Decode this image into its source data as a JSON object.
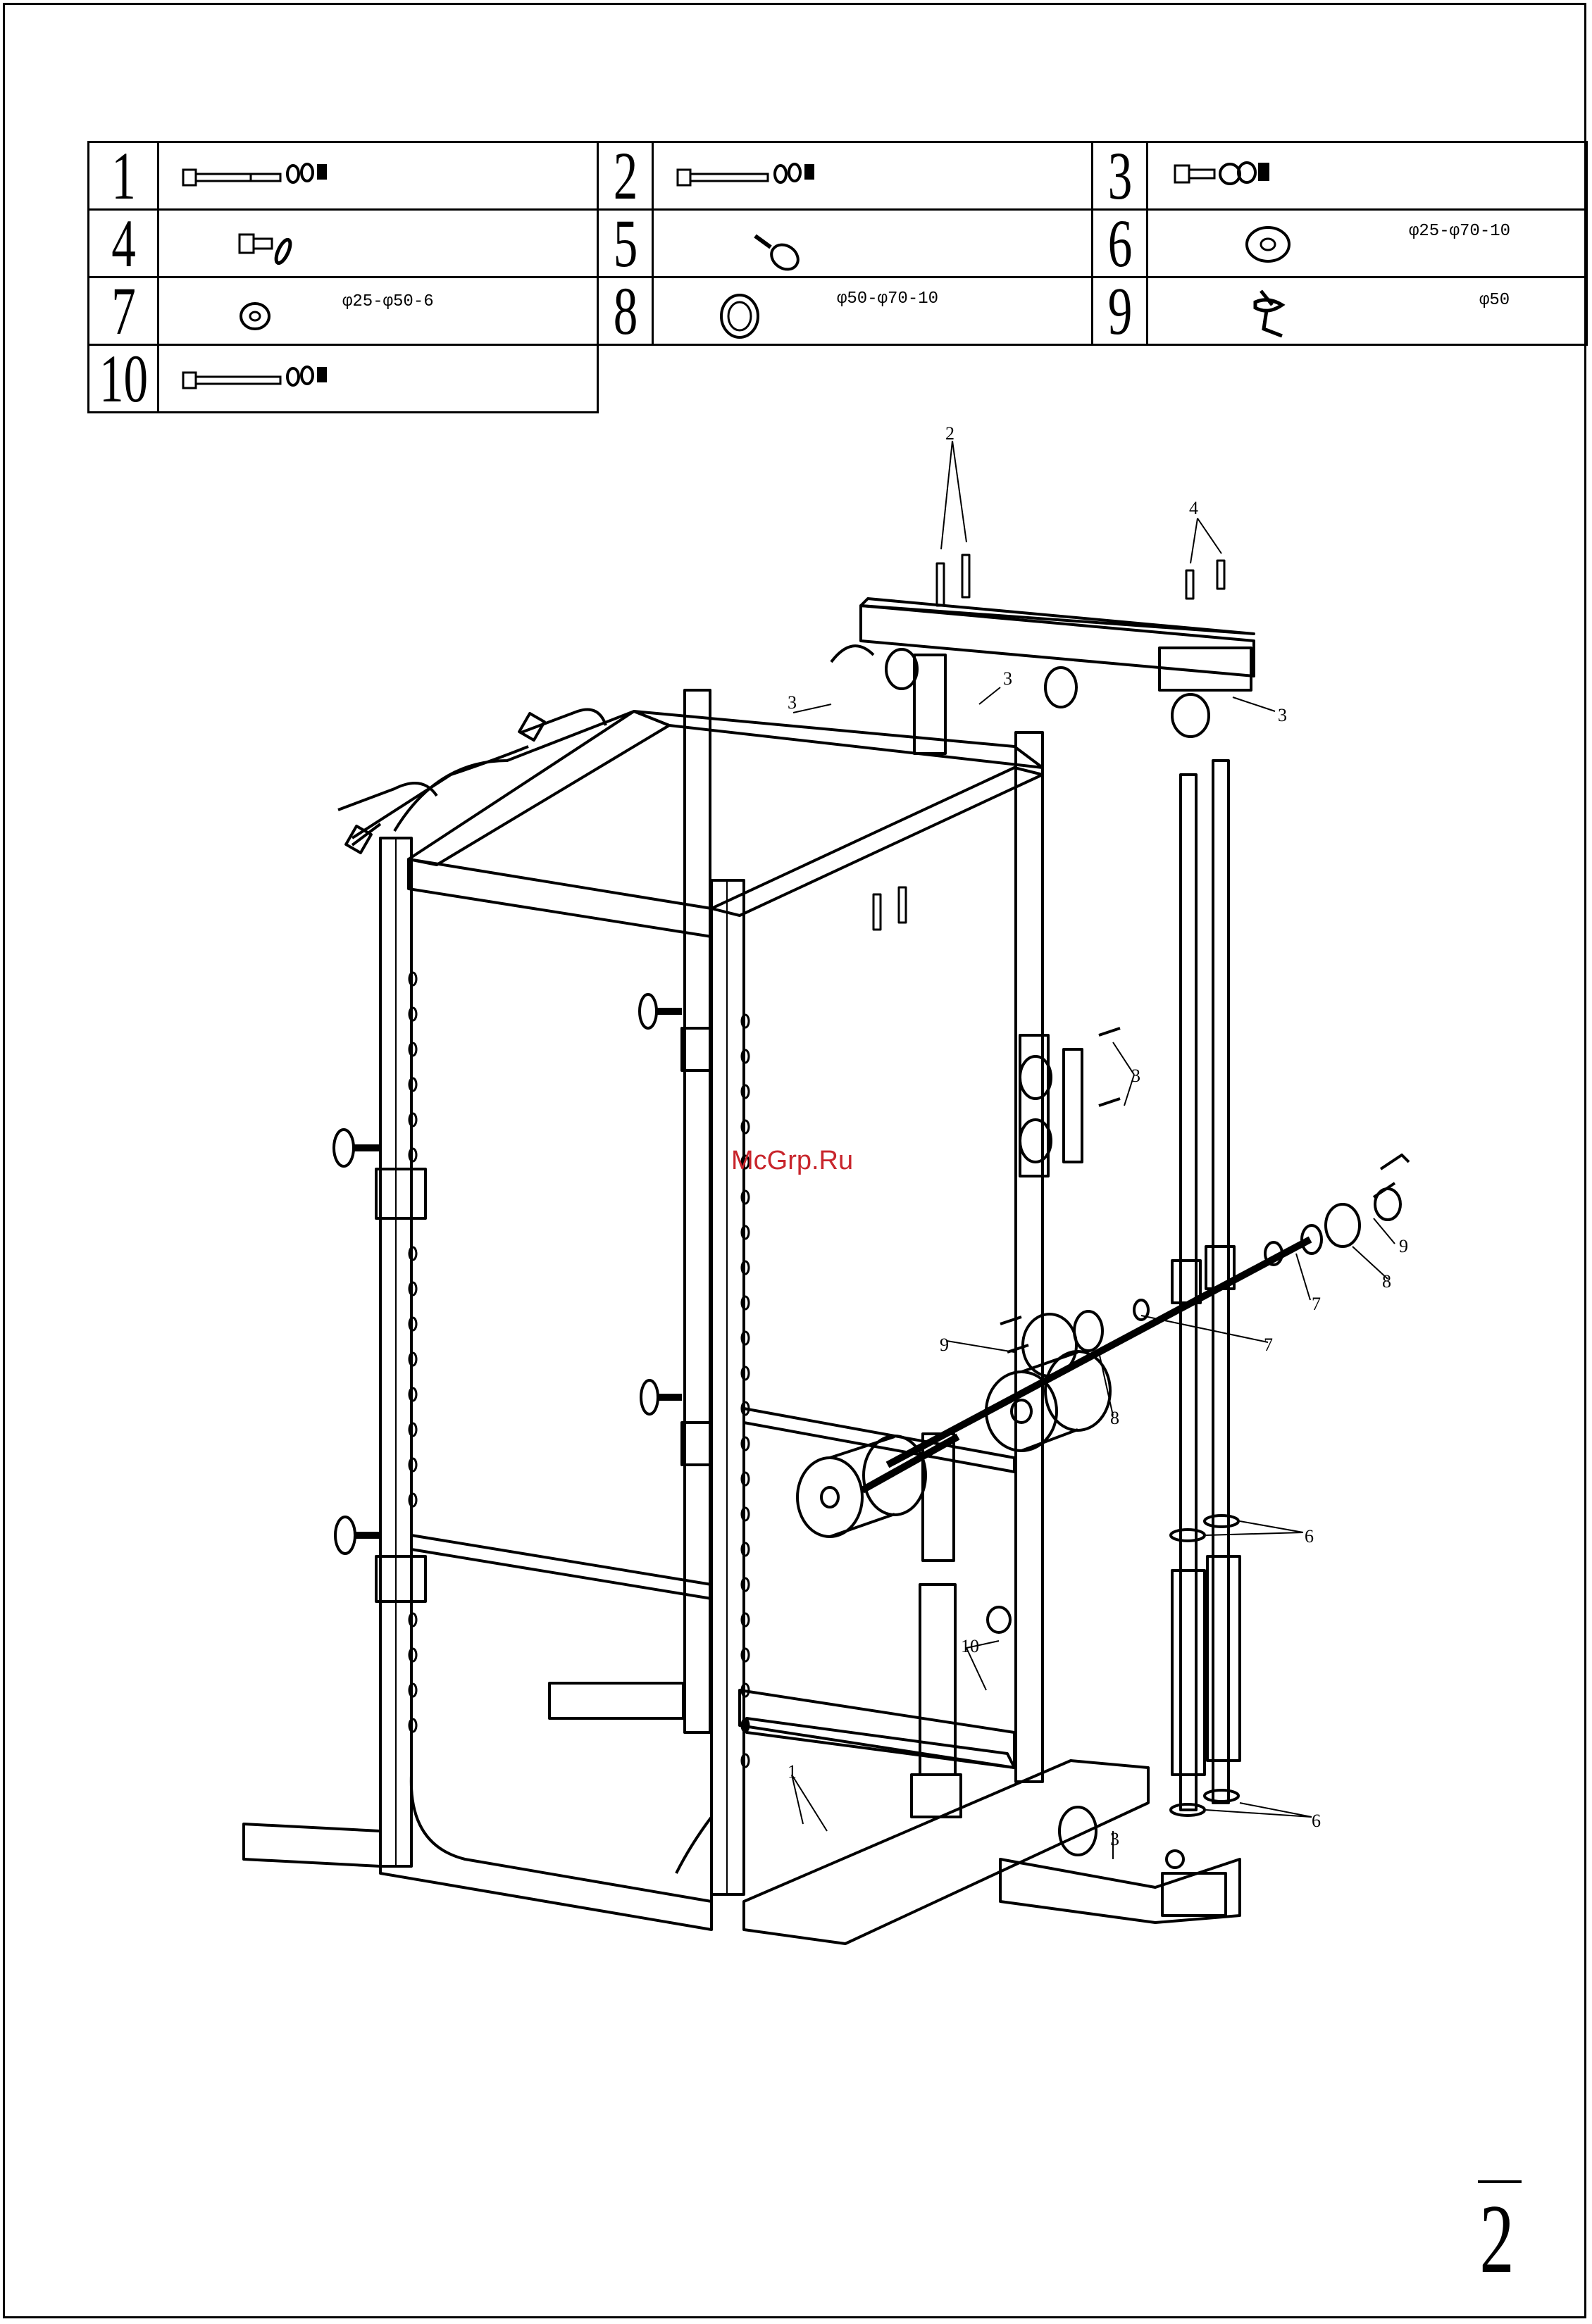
{
  "parts": [
    {
      "number": "1",
      "spec": ""
    },
    {
      "number": "2",
      "spec": ""
    },
    {
      "number": "3",
      "spec": ""
    },
    {
      "number": "4",
      "spec": ""
    },
    {
      "number": "5",
      "spec": ""
    },
    {
      "number": "6",
      "spec": "φ25-φ70-10"
    },
    {
      "number": "7",
      "spec": "φ25-φ50-6"
    },
    {
      "number": "8",
      "spec": "φ50-φ70-10"
    },
    {
      "number": "9",
      "spec": "φ50"
    },
    {
      "number": "10",
      "spec": ""
    }
  ],
  "callouts": {
    "c1": "1",
    "c2": "2",
    "c3a": "3",
    "c3b": "3",
    "c3c": "3",
    "c3d": "3",
    "c3e": "3",
    "c4": "4",
    "c6a": "6",
    "c6b": "6",
    "c7a": "7",
    "c7b": "7",
    "c8a": "8",
    "c8b": "8",
    "c9a": "9",
    "c9b": "9",
    "c10": "10"
  },
  "watermark": "McGrp.Ru",
  "page_number": "2"
}
